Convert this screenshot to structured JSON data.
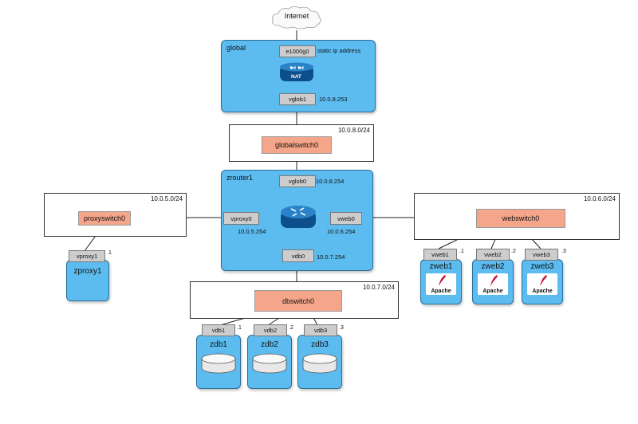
{
  "internet": {
    "label": "Internet"
  },
  "global": {
    "title": "global",
    "nic_ext": "e1000g0",
    "nic_ext_note": "static ip address",
    "router_label": "NAT",
    "nic_int": "vglob1",
    "nic_int_ip": "10.0.8.253"
  },
  "globalswitch": {
    "subnet": "10.0.8.0/24",
    "name": "globalswitch0"
  },
  "zrouter": {
    "title": "zrouter1",
    "vglob0": "vglob0",
    "vglob0_ip": "10.0.8.254",
    "vproxy0": "vproxy0",
    "vproxy0_ip": "10.0.5.254",
    "vweb0": "vweb0",
    "vweb0_ip": "10.0.6.254",
    "vdb0": "vdb0",
    "vdb0_ip": "10.0.7.254"
  },
  "proxyswitch": {
    "subnet": "10.0.5.0/24",
    "name": "proxyswitch0"
  },
  "webswitch": {
    "subnet": "10.0.6.0/24",
    "name": "webswitch0"
  },
  "dbswitch": {
    "subnet": "10.0.7.0/24",
    "name": "dbswitch0"
  },
  "zproxy": {
    "nic": "vproxy1",
    "suffix": ".1",
    "name": "zproxy1"
  },
  "web_hosts": [
    {
      "nic": "vweb1",
      "suffix": ".1",
      "name": "zweb1",
      "logo": "Apache"
    },
    {
      "nic": "vweb2",
      "suffix": ".2",
      "name": "zweb2",
      "logo": "Apache"
    },
    {
      "nic": "vweb3",
      "suffix": ".3",
      "name": "zweb3",
      "logo": "Apache"
    }
  ],
  "db_hosts": [
    {
      "nic": "vdb1",
      "suffix": ".1",
      "name": "zdb1"
    },
    {
      "nic": "vdb2",
      "suffix": ".2",
      "name": "zdb2"
    },
    {
      "nic": "vdb3",
      "suffix": ".3",
      "name": "zdb3"
    }
  ]
}
